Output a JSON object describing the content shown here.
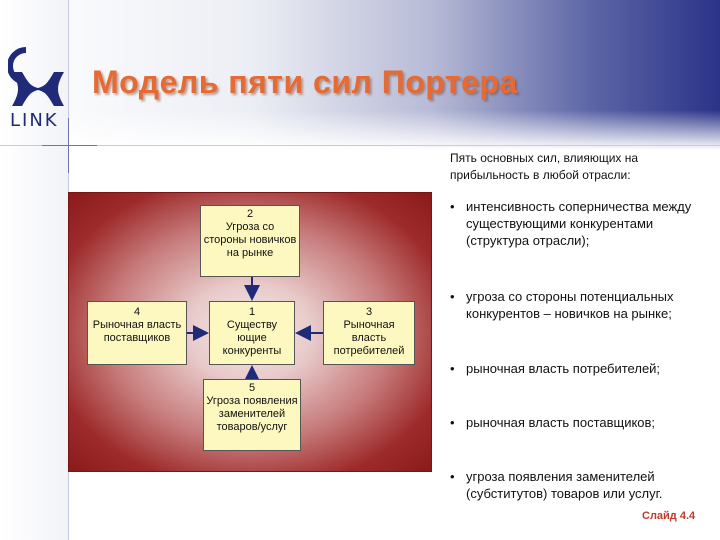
{
  "logo": {
    "text": "LINK"
  },
  "title": "Модель пяти сил Портера",
  "intro": "Пять основных сил, влияющих на прибыльность в любой отрасли:",
  "diagram": {
    "box2": {
      "num": "2",
      "text": "Угроза со стороны новичков на рынке"
    },
    "box1": {
      "num": "1",
      "text": "Существу ющие конкуренты"
    },
    "box4": {
      "num": "4",
      "text": "Рыночная власть поставщиков"
    },
    "box3": {
      "num": "3",
      "text": "Рыночная власть потребителей"
    },
    "box5": {
      "num": "5",
      "text": "Угроза появления заменителей товаров/услуг"
    }
  },
  "bullets": [
    {
      "marker": "•",
      "text": "интенсивность соперничества между существующими конкурентами (структура отрасли);"
    },
    {
      "marker": "•",
      "text": "угроза со стороны потенциальных конкурентов – новичков на рынке;"
    },
    {
      "marker": "•",
      "text": "рыночная власть потребителей;"
    },
    {
      "marker": "•",
      "text": "рыночная власть поставщиков;"
    },
    {
      "marker": "•",
      "text": "угроза появления заменителей (субститутов) товаров или услуг."
    }
  ],
  "slide_label": "Слайд 4.4",
  "colors": {
    "title": "#e56a33",
    "box_fill": "#fdf8bf",
    "frame": "#8a1a1a",
    "accent": "#1f2a78"
  }
}
